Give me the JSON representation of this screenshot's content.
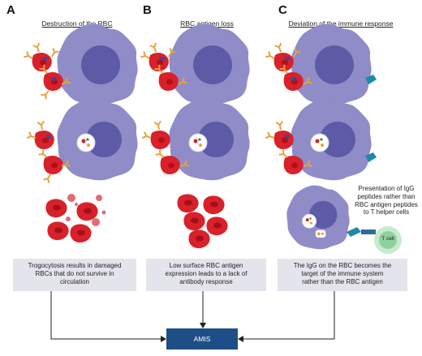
{
  "panels": [
    {
      "letter": "A",
      "title": "Destruction of the RBC",
      "caption": [
        "Trogocytosis results in damaged",
        "RBCs that do not survive in",
        "circulation"
      ]
    },
    {
      "letter": "B",
      "title": "RBC antigen loss",
      "caption": [
        "Low surface RBC antigen",
        "expression leads to a lack of",
        "antibody response"
      ]
    },
    {
      "letter": "C",
      "title": "Deviation of the immune response",
      "caption": [
        "The IgG on the RBC becomes the",
        "target of the immune system",
        "rather than the RBC antigen"
      ]
    }
  ],
  "presentation_note": [
    "Presentation of IgG",
    "peptides rather than",
    "RBC antigen peptides",
    "to T helper cells"
  ],
  "tcell_label": "T cell",
  "outcome_label": "AMIS",
  "colors": {
    "macrophage": "#8f8cc7",
    "nucleus": "#5d5aa6",
    "rbc": "#d8212a",
    "caption_bg": "#e4e4ec",
    "outcome": "#1d4e86",
    "tcell": "#8fd19b"
  }
}
